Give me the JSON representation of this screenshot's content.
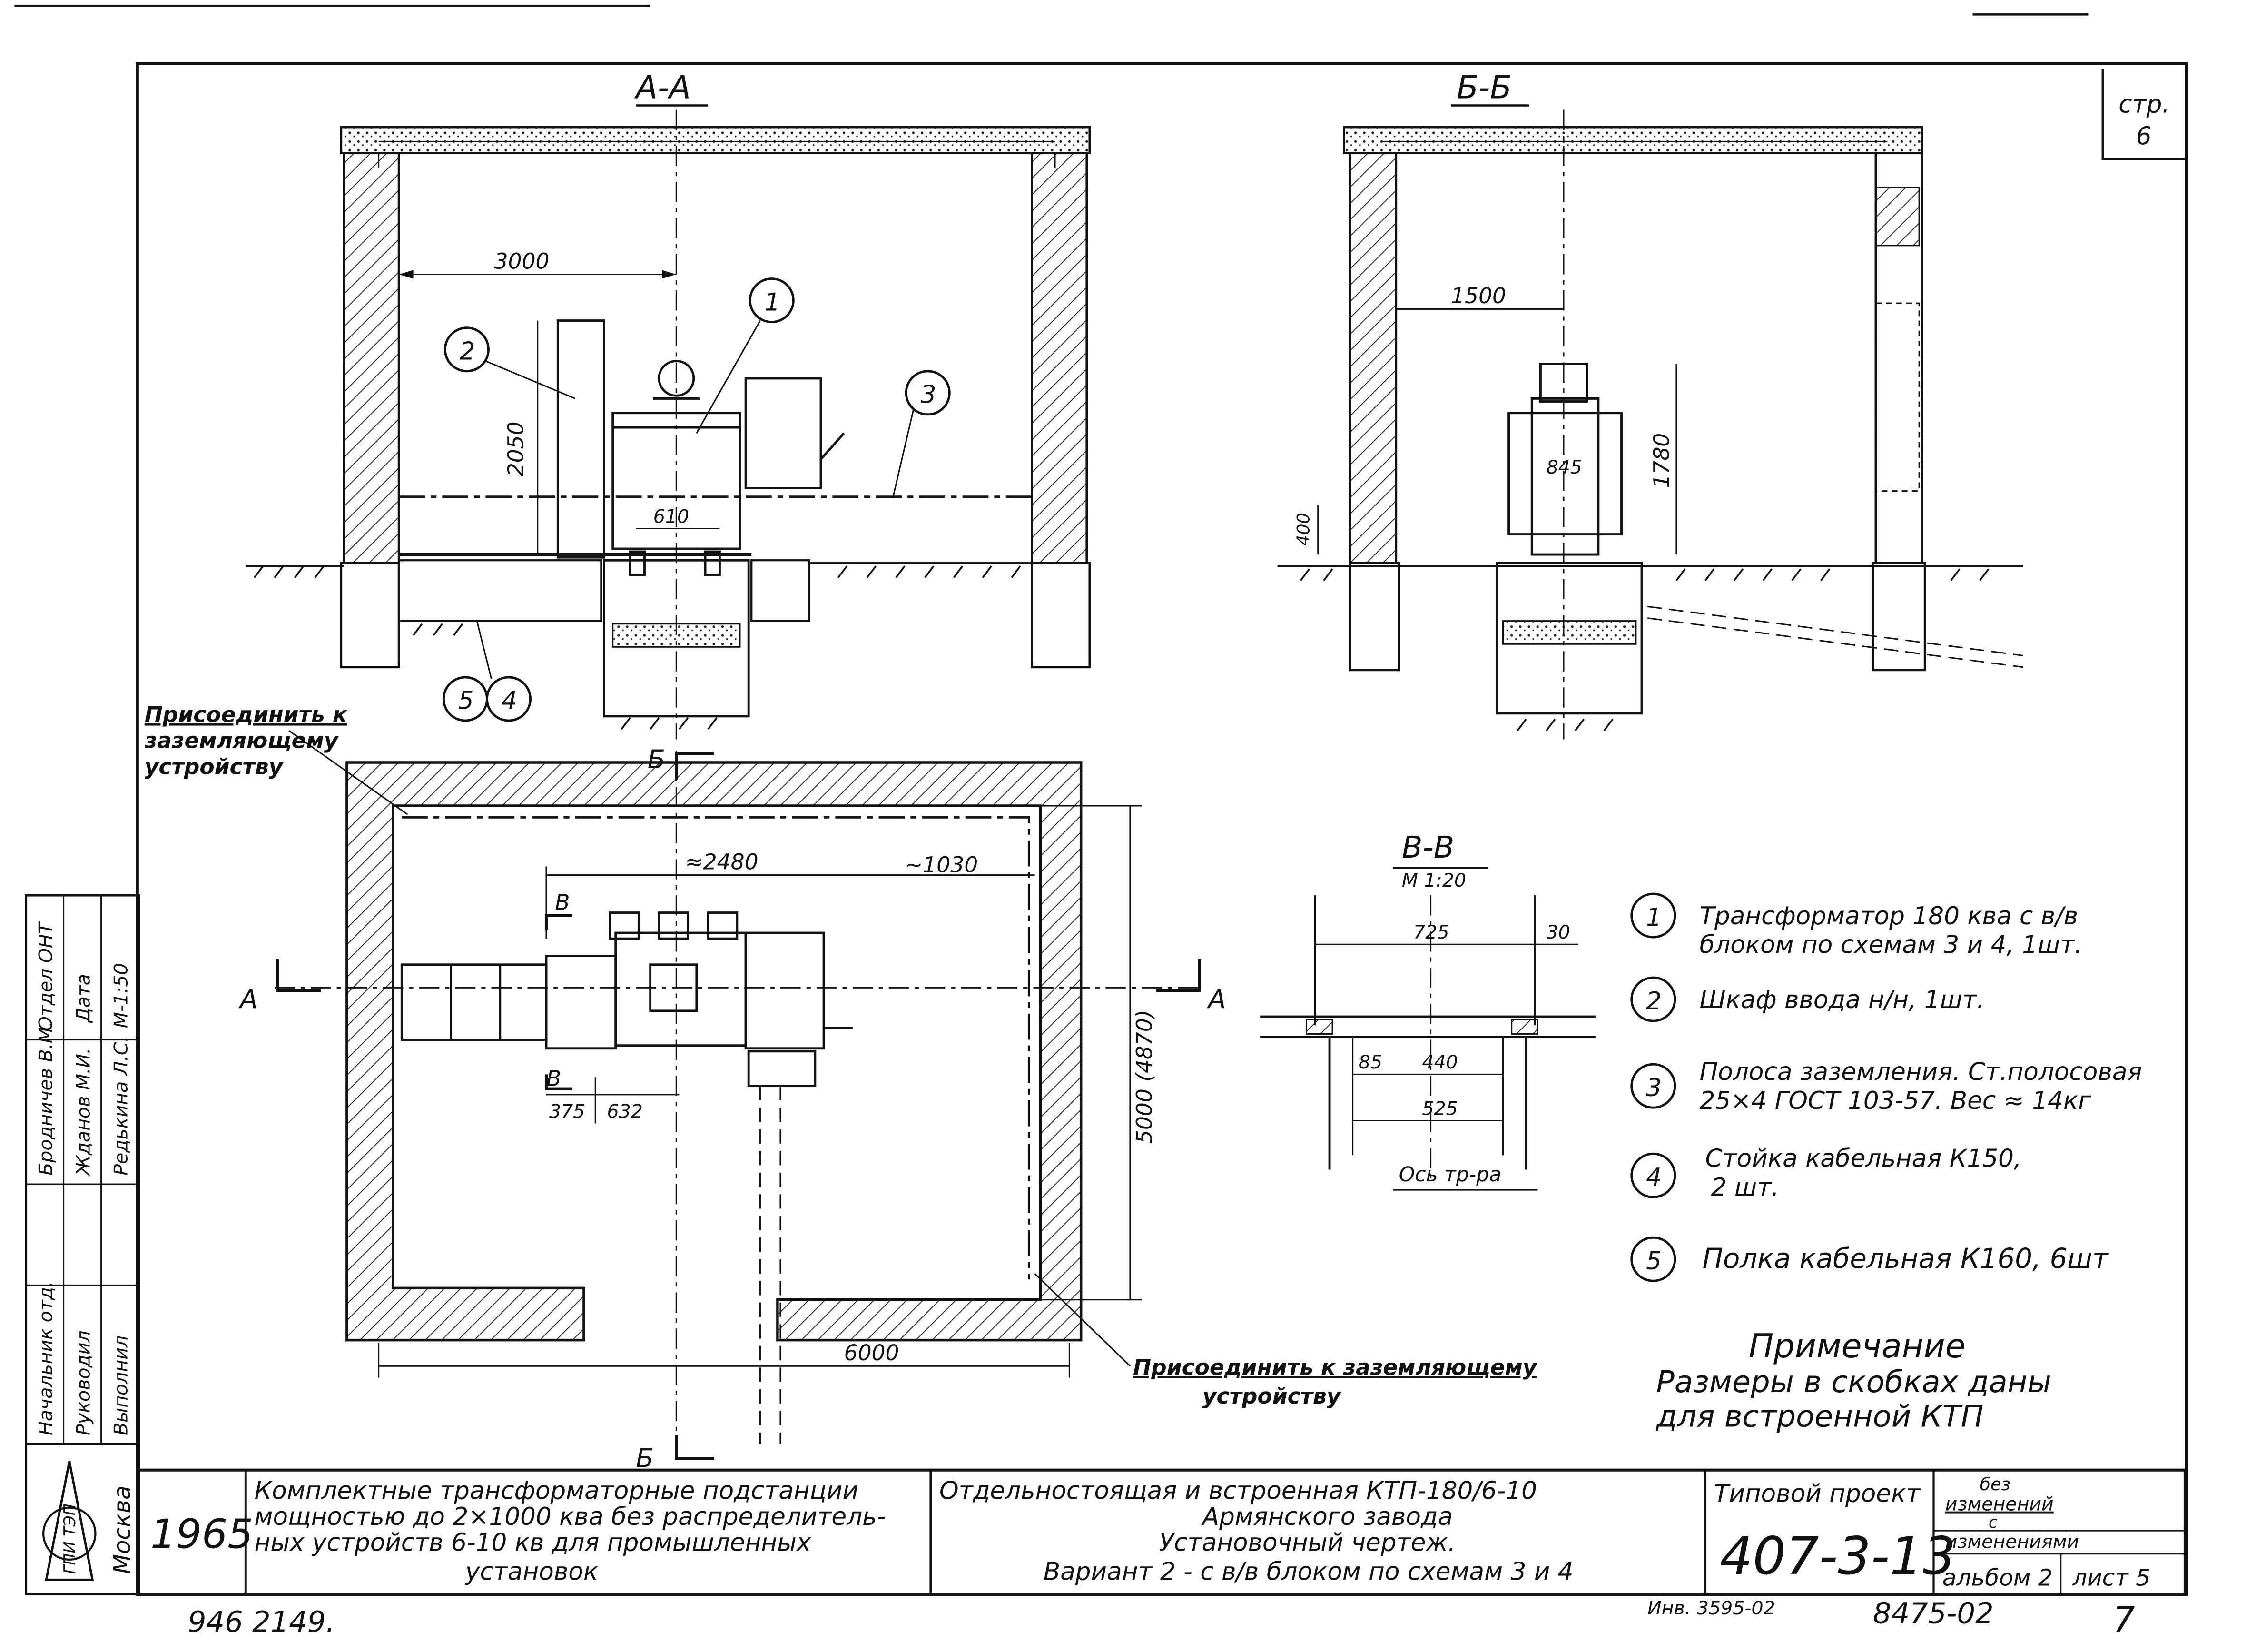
{
  "sheet": {
    "page_label": "стр.",
    "page_value": "6"
  },
  "section_aa": {
    "title": "А-А",
    "dim_3000": "3000",
    "dim_2050": "2050",
    "dim_610": "610",
    "callouts": [
      "1",
      "2",
      "3",
      "5",
      "4"
    ]
  },
  "section_bb": {
    "title": "Б-Б",
    "dim_1500": "1500",
    "dim_1780": "1780",
    "dim_845": "845",
    "dim_400": "400"
  },
  "plan": {
    "ground_note_top": [
      "Присоединить к",
      "заземляющему",
      "устройству"
    ],
    "ground_note_bottom": [
      "Присоединить к заземляющему",
      "устройству"
    ],
    "cut_a_left": "А",
    "cut_a_right": "А",
    "cut_b_top": "Б",
    "cut_b_bottom": "Б",
    "cut_v_top": "В",
    "cut_v_bottom": "В",
    "dim_2480": "≈2480",
    "dim_1030": "~1030",
    "dim_375": "375",
    "dim_632": "632",
    "dim_5000": "5000 (4870)",
    "dim_6000": "6000"
  },
  "section_vv": {
    "title": "В-В",
    "scale": "М 1:20",
    "dim_725": "725",
    "dim_30": "30",
    "dim_85": "85",
    "dim_440": "440",
    "dim_525": "525",
    "axis_label": "Ось тр-ра"
  },
  "legend": [
    {
      "num": "1",
      "lines": [
        "Трансформатор 180 ква с в/в",
        "блоком по схемам 3 и 4, 1шт."
      ]
    },
    {
      "num": "2",
      "lines": [
        "Шкаф ввода н/н, 1шт."
      ]
    },
    {
      "num": "3",
      "lines": [
        "Полоса заземления. Ст.полосовая",
        "25×4 ГОСТ 103-57. Вес ≈ 14кг"
      ]
    },
    {
      "num": "4",
      "lines": [
        "Стойка кабельная К150,",
        "2 шт."
      ]
    },
    {
      "num": "5",
      "lines": [
        "Полка кабельная К160, 6шт"
      ]
    }
  ],
  "note": {
    "title": "Примечание",
    "lines": [
      "Размеры в скобках даны",
      "для встроенной КТП"
    ]
  },
  "side_stamp": {
    "columns": [
      [
        "Отдел ОНТ",
        "Дата",
        "М-1:50"
      ],
      [
        "Бродничев В.М.",
        "Жданов М.И.",
        "Редькина Л.С."
      ],
      [
        "Начальник отд.",
        "Руководил",
        "Выполнил"
      ]
    ],
    "city": "Москва",
    "org": "ГПИ ТЭП"
  },
  "title_block": {
    "year": "1965",
    "description": [
      "Комплектные трансформаторные подстанции",
      "мощностью до 2×1000 ква без распределитель-",
      "ных устройств 6-10 кв для промышленных",
      "установок"
    ],
    "drawing_title": [
      "Отдельностоящая и встроенная   КТП-180/6-10",
      "Армянского завода",
      "Установочный чертеж.",
      "Вариант 2 - с в/в блоком по схемам 3 и 4"
    ],
    "project_label": "Типовой проект",
    "project_number": "407-3-13",
    "changes": [
      "без",
      "изменений",
      "с",
      "изменениями"
    ],
    "album": "альбом 2",
    "sheet": "лист 5"
  },
  "footer": {
    "left_number": "946 2149.",
    "inv": "Инв. 3595-02",
    "right_number": "8475-02",
    "page": "7"
  }
}
